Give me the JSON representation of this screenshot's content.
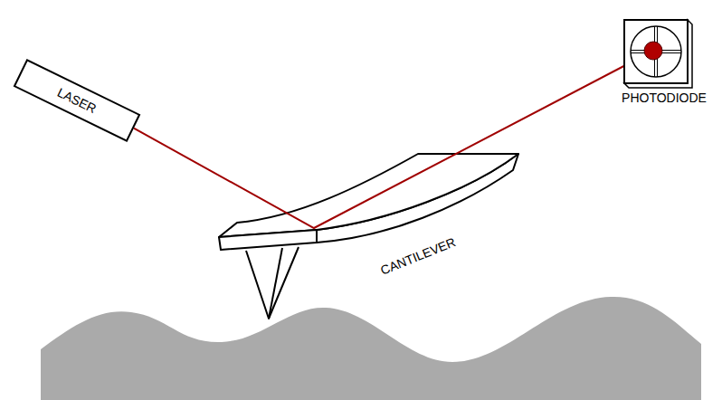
{
  "diagram": {
    "nodes": [
      {
        "text": [
          "LASER"
        ]
      },
      {
        "text": [
          "PHOTODIODE"
        ]
      }
    ],
    "edges": [
      {
        "from": 0,
        "to": 1,
        "arrow": "none"
      }
    ],
    "labels": [
      "CANTILEVER"
    ]
  }
}
